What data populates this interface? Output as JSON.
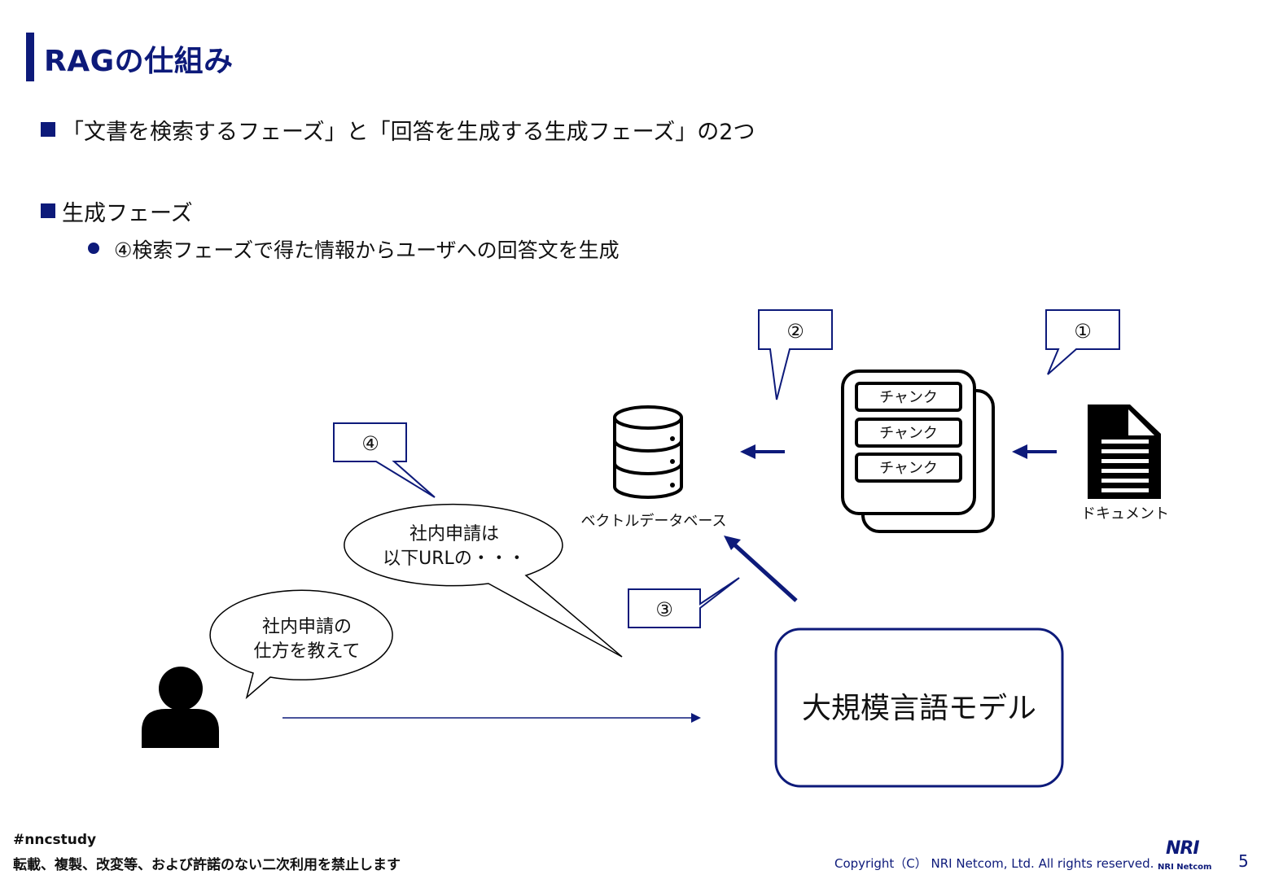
{
  "slide": {
    "title": "RAGの仕組み",
    "bullets": [
      {
        "text": "「文書を検索するフェーズ」と「回答を生成する生成フェーズ」の2つ"
      },
      {
        "text": "生成フェーズ",
        "subitems": [
          "④検索フェーズで得た情報からユーザへの回答文を生成"
        ]
      }
    ]
  },
  "diagram": {
    "callout_1": "①",
    "callout_2": "②",
    "callout_3": "③",
    "callout_4": "④",
    "chunk_label": "チャンク",
    "document_label": "ドキュメント",
    "vector_db_label": "ベクトルデータベース",
    "llm_label": "大規模言語モデル",
    "user_bubble_line1": "社内申請の",
    "user_bubble_line2": "仕方を教えて",
    "answer_bubble_line1": "社内申請は",
    "answer_bubble_line2": "以下URLの・・・",
    "icons": [
      "database-icon",
      "document-icon",
      "user-icon",
      "chunk-stack-icon"
    ],
    "accent_color": "#0d1a7a"
  },
  "footer": {
    "tag": "#nncstudy",
    "note": "転載、複製、改変等、および許諾のない二次利用を禁止します",
    "copyright": "Copyright（C） NRI Netcom, Ltd. All rights reserved.",
    "logo": "NRI",
    "logo_sub": "NRI Netcom",
    "page_number": "5"
  }
}
